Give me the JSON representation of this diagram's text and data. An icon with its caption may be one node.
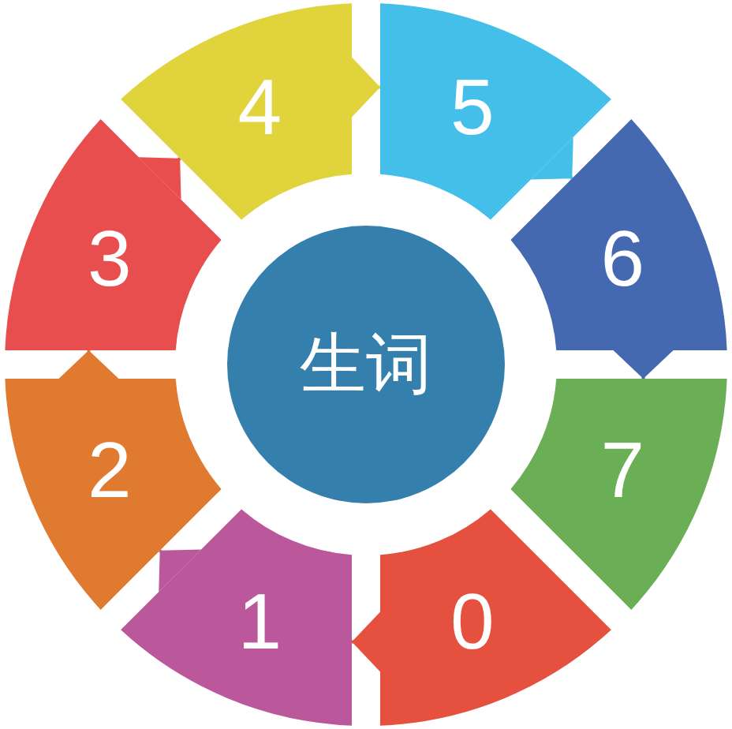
{
  "diagram": {
    "nodes": [
      {
        "text": [
          "生词"
        ]
      },
      {
        "text": [
          "0"
        ]
      },
      {
        "text": [
          "1"
        ]
      },
      {
        "text": [
          "2"
        ]
      },
      {
        "text": [
          "3"
        ]
      },
      {
        "text": [
          "4"
        ]
      },
      {
        "text": [
          "5"
        ]
      },
      {
        "text": [
          "6"
        ]
      },
      {
        "text": [
          "7"
        ]
      }
    ],
    "edges": [
      {
        "from": 1,
        "to": 2,
        "arrow": "to",
        "color": "#e5503f"
      },
      {
        "from": 2,
        "to": 3,
        "arrow": "to",
        "color": "#bb589b"
      },
      {
        "from": 3,
        "to": 4,
        "arrow": "to",
        "color": "#e07a30"
      },
      {
        "from": 4,
        "to": 5,
        "arrow": "to",
        "color": "#e84e4d"
      },
      {
        "from": 5,
        "to": 6,
        "arrow": "to",
        "color": "#e1d33b"
      },
      {
        "from": 6,
        "to": 7,
        "arrow": "to",
        "color": "#44bfea"
      },
      {
        "from": 7,
        "to": 8,
        "arrow": "to",
        "color": "#4569b0"
      }
    ]
  }
}
